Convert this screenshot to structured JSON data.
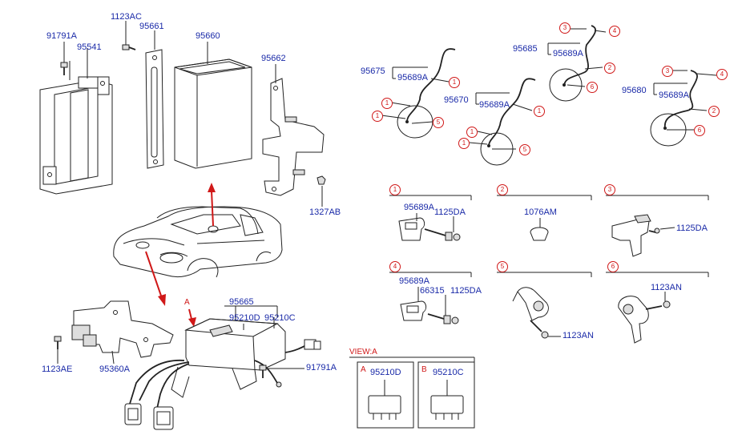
{
  "labels": {
    "p91791A_top": "91791A",
    "p95541": "95541",
    "p1123AC": "1123AC",
    "p95661": "95661",
    "p95660": "95660",
    "p95662": "95662",
    "p1327AB": "1327AB",
    "p95665": "95665",
    "p95210D_main": "95210D",
    "p95210C_main": "95210C",
    "p91791A_bot": "91791A",
    "p1123AE": "1123AE",
    "p95360A": "95360A",
    "p95675": "95675",
    "p95689A_a": "95689A",
    "p95670": "95670",
    "p95689A_b": "95689A",
    "p95685": "95685",
    "p95689A_c": "95689A",
    "p95680": "95680",
    "p95689A_d": "95689A",
    "d1_95689A": "95689A",
    "d1_1125DA": "1125DA",
    "d2_1076AM": "1076AM",
    "d3_1125DA": "1125DA",
    "d4_95689A": "95689A",
    "d4_66315": "66315",
    "d4_1125DA": "1125DA",
    "d5_1123AN": "1123AN",
    "d6_1123AN": "1123AN",
    "view_title": "VIEW:A",
    "view_a_letter": "A",
    "view_b_letter": "B",
    "view_a_part": "95210D",
    "view_b_part": "95210C",
    "arrow_letter": "A"
  },
  "callouts": [
    "1",
    "2",
    "3",
    "4",
    "5",
    "6"
  ],
  "colors": {
    "part_label": "#1a2aa8",
    "callout": "#d01818",
    "line": "#222222"
  }
}
